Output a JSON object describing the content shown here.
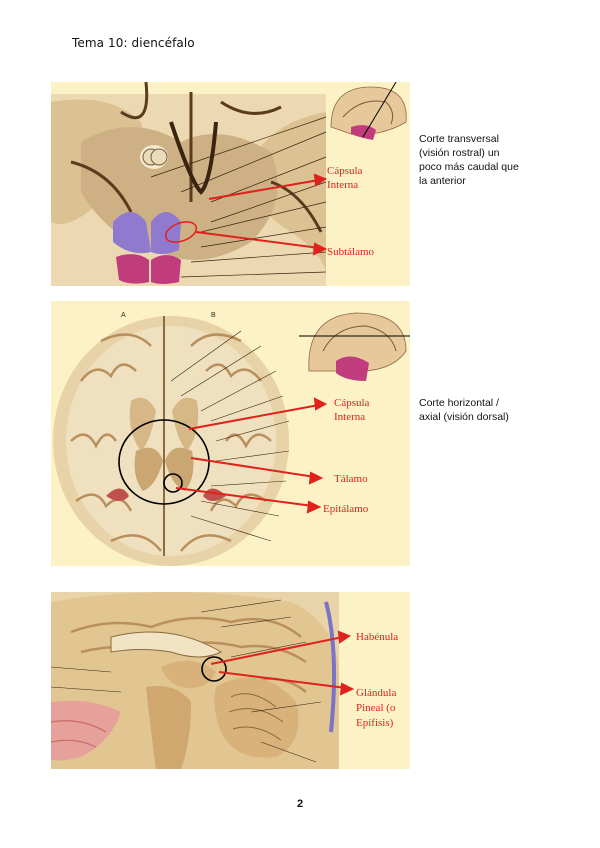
{
  "header": {
    "title": "Tema 10: diencéfalo"
  },
  "figures": [
    {
      "labels": [
        "Cápsula",
        "Interna",
        "Subtálamo"
      ],
      "caption": [
        "Corte transversal",
        "(visión rostral) un",
        "poco más caudal que",
        "la anterior"
      ]
    },
    {
      "labels": [
        "Cápsula",
        "Interna",
        "Tálamo",
        "Epitálamo"
      ],
      "caption": [
        "Corte horizontal /",
        "axial (visión dorsal)"
      ],
      "markers": [
        "A",
        "B"
      ]
    },
    {
      "labels": [
        "Habénula",
        "Glándula",
        "Pineal (o",
        "Epífisis)"
      ]
    }
  ],
  "footer": {
    "page_number": "2"
  },
  "colors": {
    "annotation": "#e0221c",
    "background_panel": "#fdf1c6",
    "tissue": "#e8d3a8"
  }
}
